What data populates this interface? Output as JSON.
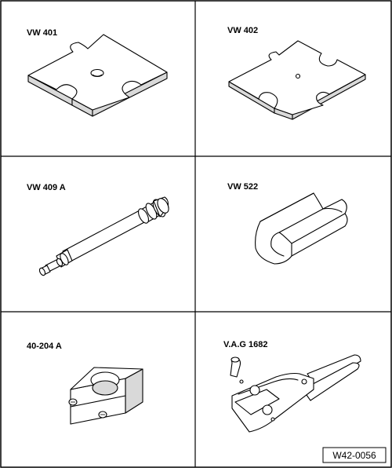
{
  "tools": [
    {
      "label": "VW 401"
    },
    {
      "label": "VW 402"
    },
    {
      "label": "VW 409 A"
    },
    {
      "label": "VW 522"
    },
    {
      "label": "40-204 A"
    },
    {
      "label": "V.A.G 1682"
    }
  ],
  "figure_ref": "W42-0056"
}
